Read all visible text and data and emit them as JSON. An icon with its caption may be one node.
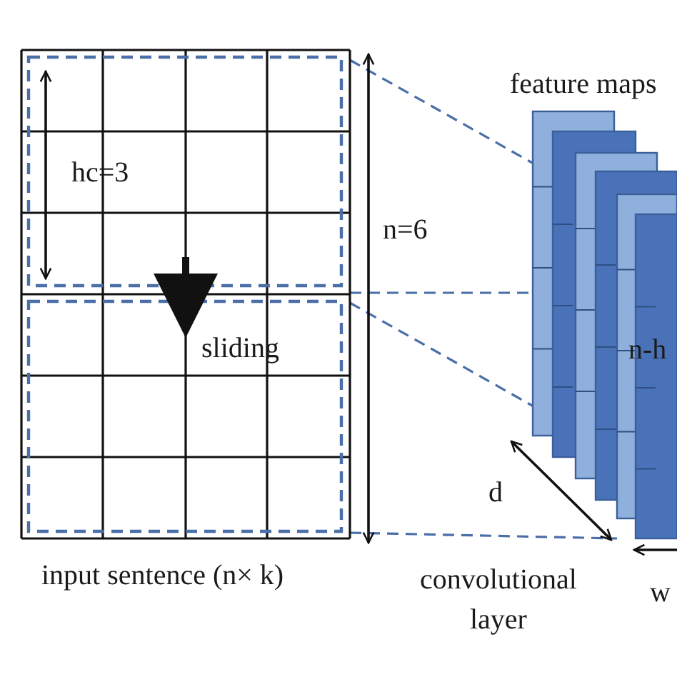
{
  "diagram": {
    "labels": [
      "feature maps",
      "hc=3",
      "n=6",
      "sliding",
      "n-h",
      "d",
      "input sentence (n× k)",
      "convolutional layer",
      "w"
    ]
  }
}
